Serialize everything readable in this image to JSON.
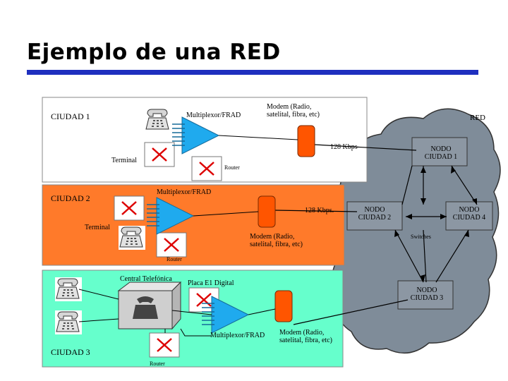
{
  "title": "Ejemplo de una RED",
  "colors": {
    "title_rule": "#1f2fbf",
    "city1_panel": "#ffffff",
    "city2_panel": "#ff7a2a",
    "city3_panel": "#66ffcc",
    "cloud": "#7f8c99",
    "modem": "#ff5500",
    "mux": "#1faaee",
    "router_x": "#dd0000"
  },
  "network": {
    "red_label": "RED",
    "switches_label": "Switches",
    "nodes": [
      {
        "label": "NODO CIUDAD 1"
      },
      {
        "label": "NODO CIUDAD 2"
      },
      {
        "label": "NODO CIUDAD 4"
      },
      {
        "label": "NODO CIUDAD 3"
      }
    ]
  },
  "city1": {
    "name": "CIUDAD 1",
    "mux_label": "Multiplexor/FRAD",
    "modem_label": "Modem (Radio, satelital, fibra, etc)",
    "speed_label": "128 Kbps",
    "terminal_label": "Terminal",
    "router_label": "Router"
  },
  "city2": {
    "name": "CIUDAD 2",
    "mux_label": "Multiplexor/FRAD",
    "speed_label": "128 Kbps.",
    "terminal_label": "Terminal",
    "modem_label": "Modem (Radio, satelital, fibra, etc)",
    "router_label": "Router"
  },
  "city3": {
    "name": "CIUDAD 3",
    "central_label": "Central Telefónica",
    "e1_label": "Placa E1 Digital",
    "mux_label": "Multiplexor/FRAD",
    "modem_label": "Modem (Radio, satelital, fibra, etc)",
    "router_label": "Router"
  },
  "icons": [
    "telephone-icon",
    "router-icon",
    "multiplexor-icon",
    "modem-icon",
    "pbx-icon",
    "terminal-icon"
  ]
}
